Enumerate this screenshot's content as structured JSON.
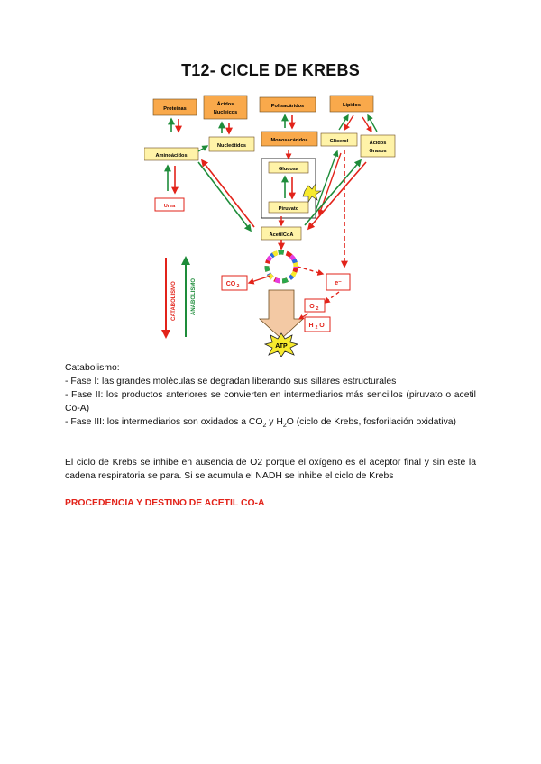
{
  "title": "T12- CICLE DE KREBS",
  "diagram": {
    "boxes": {
      "proteinas": "Proteínas",
      "acidos_nucleicos_1": "Ácidos",
      "acidos_nucleicos_2": "Nucleicos",
      "polisacaridos": "Polisacáridos",
      "lipidos": "Lípidos",
      "nucleotidos": "Nucleótidos",
      "monosacaridos": "Monosacáridos",
      "glicerol": "Glicerol",
      "acidos_grasos_1": "Ácidos",
      "acidos_grasos_2": "Grasos",
      "aminoacidos": "Aminoácidos",
      "glucosa": "Glucosa",
      "piruvato": "Piruvato",
      "urea": "Urea",
      "acetilcoa": "AcetilCoA",
      "co2": "CO",
      "co2_sub": "2",
      "electron": "e⁻",
      "o2": "O",
      "o2_sub": "2",
      "h2o_h": "H",
      "h2o_sub": "2",
      "h2o_o": "O",
      "atp": "ATP",
      "catabolismo": "CATABOLISMO",
      "anabolismo": "ANABOLISMO"
    },
    "colors": {
      "box_fill": "#f9a94b",
      "light_fill": "#fff3a8",
      "red": "#e2231a",
      "green": "#1e8c3a"
    }
  },
  "body": {
    "intro": "Catabolismo:",
    "fase1": "- Fase I: las grandes moléculas se degradan liberando sus sillares estructurales",
    "fase2": "- Fase II: los productos anteriores se convierten en intermediarios más sencillos (piruvato o acetil Co-A)",
    "fase3_a": "- Fase III: los intermediarios son oxidados a CO",
    "fase3_sub1": "2",
    "fase3_b": " y H",
    "fase3_sub2": "2",
    "fase3_c": "O (ciclo de Krebs, fosforilación oxidativa)",
    "paragraph": "El ciclo de Krebs se inhibe en ausencia de O2 porque el oxígeno es el aceptor final y sin este la cadena respiratoria se para. Si se acumula el NADH se inhibe el ciclo de Krebs"
  },
  "section_heading": "PROCEDENCIA Y DESTINO DE ACETIL CO-A"
}
